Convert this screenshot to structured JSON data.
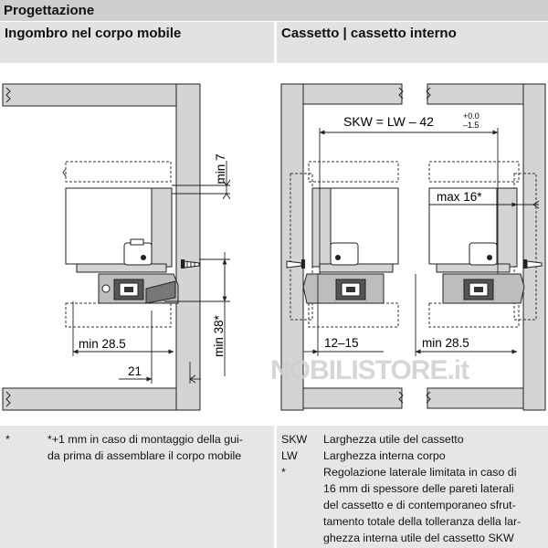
{
  "page_title": "Progettazione",
  "left": {
    "heading": "Ingombro nel corpo mobile",
    "dims": {
      "min7": "min 7",
      "min38": "min 38*",
      "min285": "min 28.5",
      "d21": "21"
    }
  },
  "right": {
    "heading": "Cassetto | cassetto interno",
    "dims": {
      "skw_formula": "SKW = LW – 42",
      "tol_plus": "+0.0",
      "tol_minus": "–1.5",
      "max16": "max 16*",
      "range1215": "12–15",
      "min285": "min 28.5"
    }
  },
  "watermark": "NOBILISTORE.it",
  "notes": {
    "left": {
      "symbol": "*",
      "lines": [
        "*+1 mm in caso di montaggio della gui-",
        "da prima di assemblare il corpo mobile"
      ]
    },
    "right": [
      {
        "symbol": "SKW",
        "lines": [
          "Larghezza utile del cassetto"
        ]
      },
      {
        "symbol": "LW",
        "lines": [
          "Larghezza interna corpo"
        ]
      },
      {
        "symbol": "*",
        "lines": [
          "Regolazione laterale limitata in caso di",
          "16 mm di spessore delle pareti laterali",
          "del cassetto e di contemporaneo sfrut-",
          "tamento totale della tolleranza della lar-",
          "ghezza interna utile del cassetto SKW"
        ]
      }
    ]
  },
  "colors": {
    "panel": "#d4d4d4",
    "header": "#e2e2e2",
    "title": "#cfcfcf",
    "notes": "#e6e6e6",
    "line": "#222222"
  }
}
